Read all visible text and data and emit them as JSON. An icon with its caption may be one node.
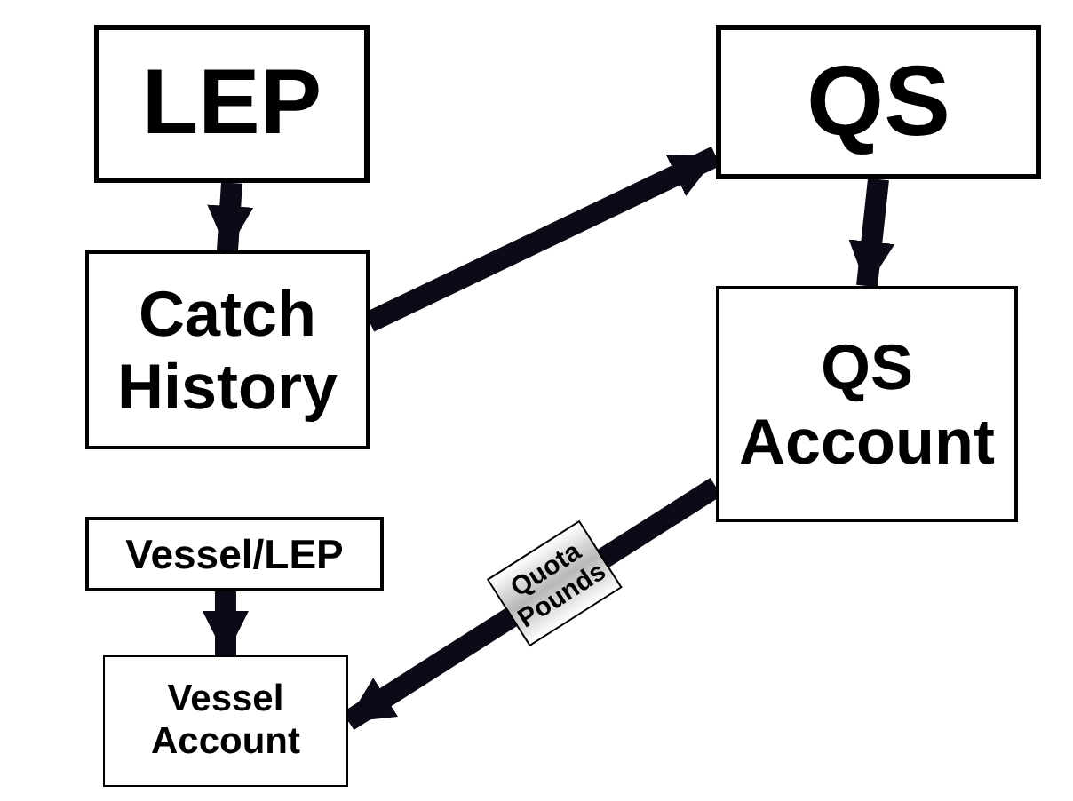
{
  "diagram": {
    "nodes": [
      {
        "text": [
          "LEP"
        ]
      },
      {
        "text": [
          "QS"
        ]
      },
      {
        "text": [
          "Catch History"
        ]
      },
      {
        "text": [
          "QS Account"
        ]
      },
      {
        "text": [
          "Vessel/LEP"
        ]
      },
      {
        "text": [
          "Vessel Account"
        ]
      }
    ],
    "edges": [
      {
        "from": 0,
        "to": 2,
        "arrow": "to"
      },
      {
        "from": 2,
        "to": 1,
        "arrow": "to"
      },
      {
        "from": 1,
        "to": 3,
        "arrow": "to"
      },
      {
        "from": 4,
        "to": 5,
        "arrow": "to"
      },
      {
        "from": 3,
        "to": 5,
        "arrow": "to",
        "label": "Quota Pounds"
      }
    ]
  }
}
